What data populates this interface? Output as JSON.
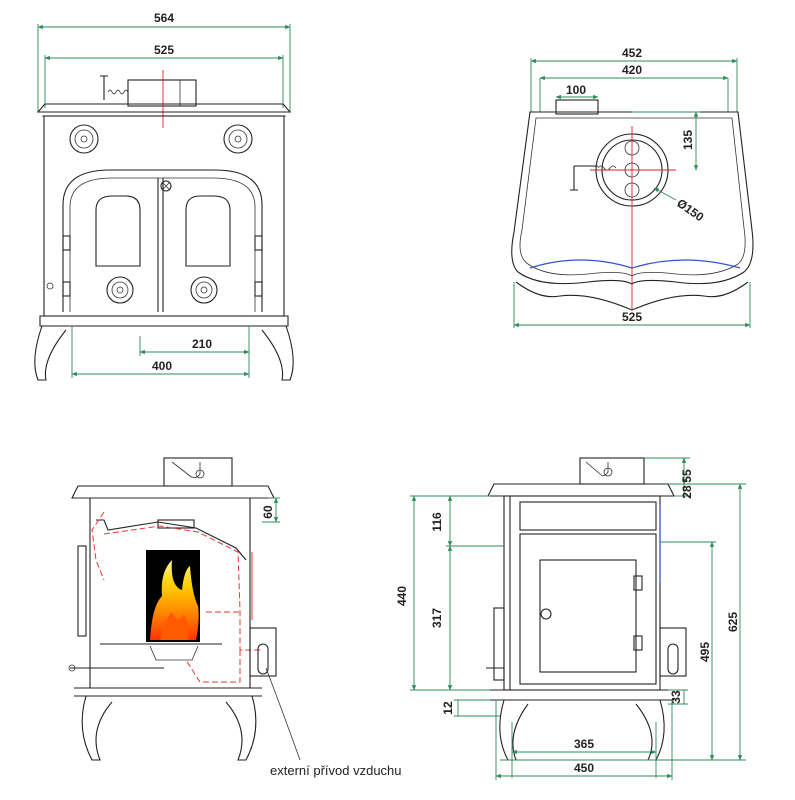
{
  "front_view": {
    "dim_overall_width": "564",
    "dim_top_width": "525",
    "dim_leg_offset": "210",
    "dim_base_width": "400"
  },
  "top_view": {
    "dim_top_width": "452",
    "dim_inner_width": "420",
    "dim_flue_offset": "100",
    "dim_flue_depth": "135",
    "dim_flue_diameter": "Ø150",
    "dim_bottom_width": "525"
  },
  "section_view": {
    "dim_top_gap": "60",
    "annotation": "externí přívod vzduchu"
  },
  "side_view": {
    "dim_flue_height": "55",
    "dim_top_thickness": "28",
    "dim_upper_panel": "116",
    "dim_door_height": "317",
    "dim_body_height": "440",
    "dim_air_inlet_height": "495",
    "dim_total_height": "625",
    "dim_base_gap": "33",
    "dim_floor_gap": "12",
    "dim_leg_span": "365",
    "dim_total_depth": "450"
  },
  "colors": {
    "outline": "#222222",
    "dimension": "#2e8b57",
    "centerline": "#dd2222",
    "airflow": "#ee3333",
    "trim": "#3355cc"
  }
}
